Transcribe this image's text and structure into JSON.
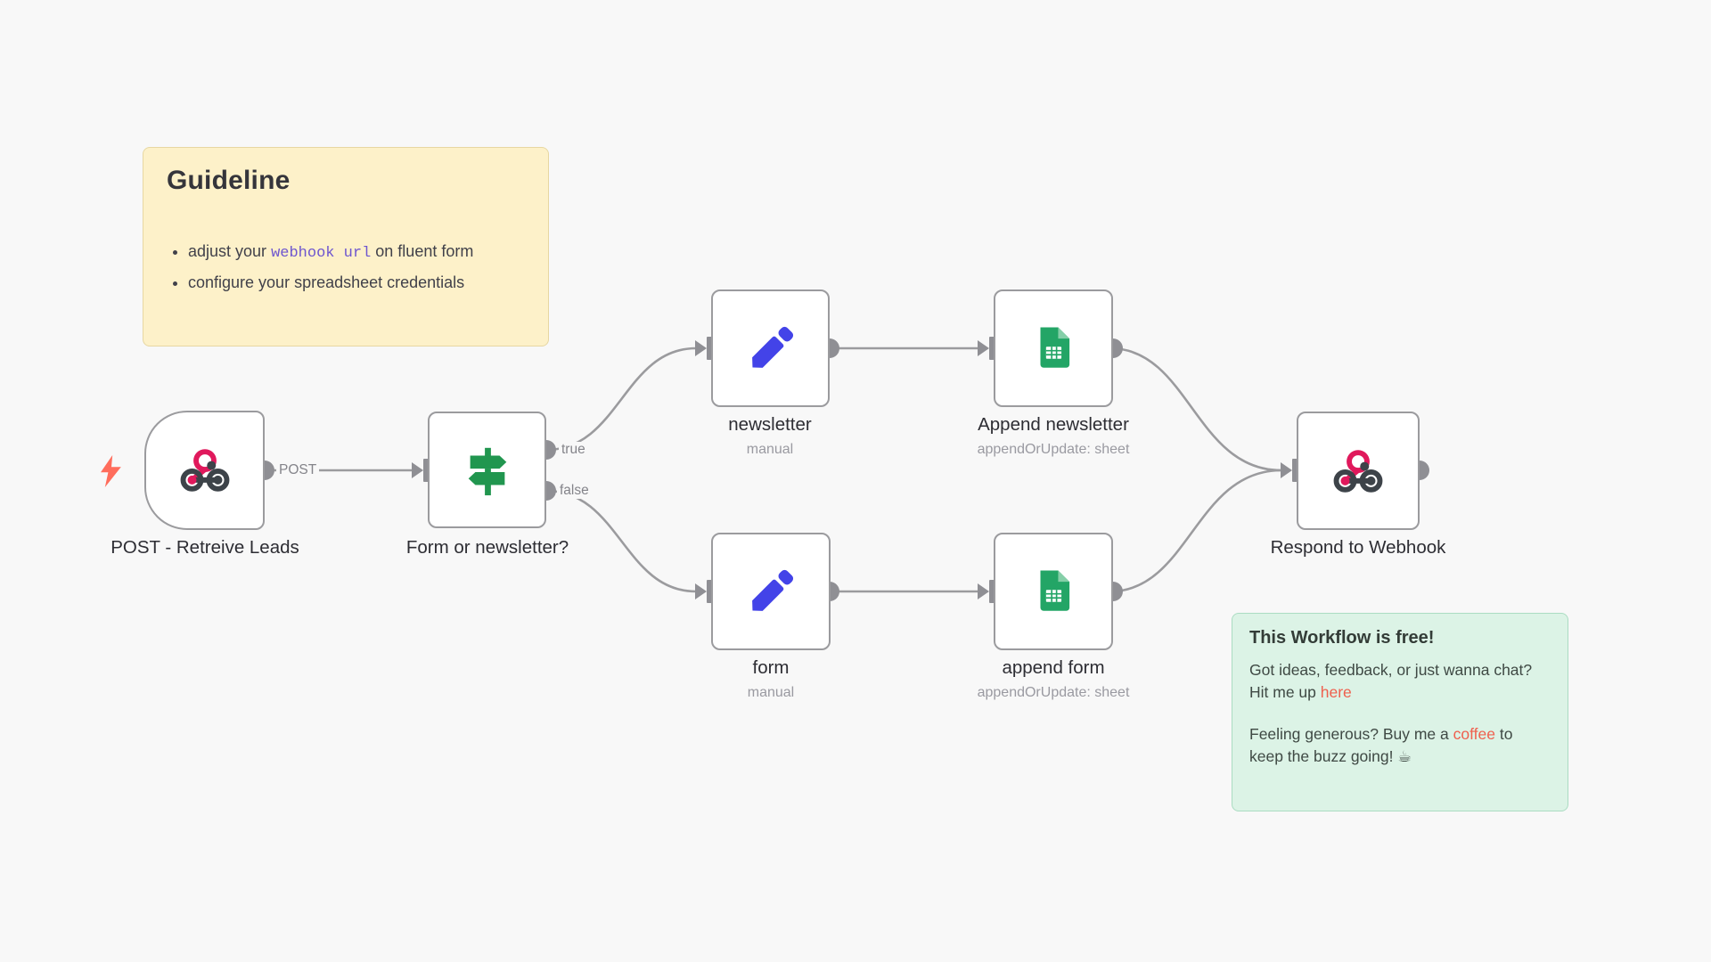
{
  "canvas": {
    "background": "#f8f8f8"
  },
  "guideline_note": {
    "title": "Guideline",
    "bullet1_pre": "adjust your ",
    "bullet1_code": "webhook url",
    "bullet1_post": " on fluent form",
    "bullet2": "configure your spreadsheet credentials",
    "bg": "#fdf1c9",
    "code_color": "#6e56cf"
  },
  "free_note": {
    "title": "This Workflow is free!",
    "p1_pre": "Got ideas, feedback, or just wanna chat? Hit me up ",
    "p1_link": "here",
    "p2_pre": "Feeling generous? Buy me a ",
    "p2_link": "coffee",
    "p2_post": " to keep the buzz going! ☕",
    "bg": "#dcf3e6",
    "link_color": "#ef604e"
  },
  "nodes": [
    {
      "id": "webhook-trigger",
      "label": "POST - Retreive Leads",
      "sublabel": "",
      "icon": "webhook-icon"
    },
    {
      "id": "switch",
      "label": "Form or newsletter?",
      "sublabel": "",
      "icon": "signpost-icon"
    },
    {
      "id": "newsletter",
      "label": "newsletter",
      "sublabel": "manual",
      "icon": "pencil-icon"
    },
    {
      "id": "append-newsletter",
      "label": "Append newsletter",
      "sublabel": "appendOrUpdate: sheet",
      "icon": "sheets-icon"
    },
    {
      "id": "form",
      "label": "form",
      "sublabel": "manual",
      "icon": "pencil-icon"
    },
    {
      "id": "append-form",
      "label": "append form",
      "sublabel": "appendOrUpdate: sheet",
      "icon": "sheets-icon"
    },
    {
      "id": "respond-webhook",
      "label": "Respond to Webhook",
      "sublabel": "",
      "icon": "webhook-icon"
    }
  ],
  "edge_labels": {
    "post": "POST",
    "true": "true",
    "false": "false"
  },
  "colors": {
    "node_border": "#9b9b9e",
    "connector": "#9b9b9e",
    "webhook_pink": "#e0195c",
    "webhook_dark": "#3d4349",
    "pencil_blue": "#4343e8",
    "signpost_green": "#21964f",
    "sheets_green": "#23a566",
    "trigger_bolt": "#ff6d5c"
  }
}
